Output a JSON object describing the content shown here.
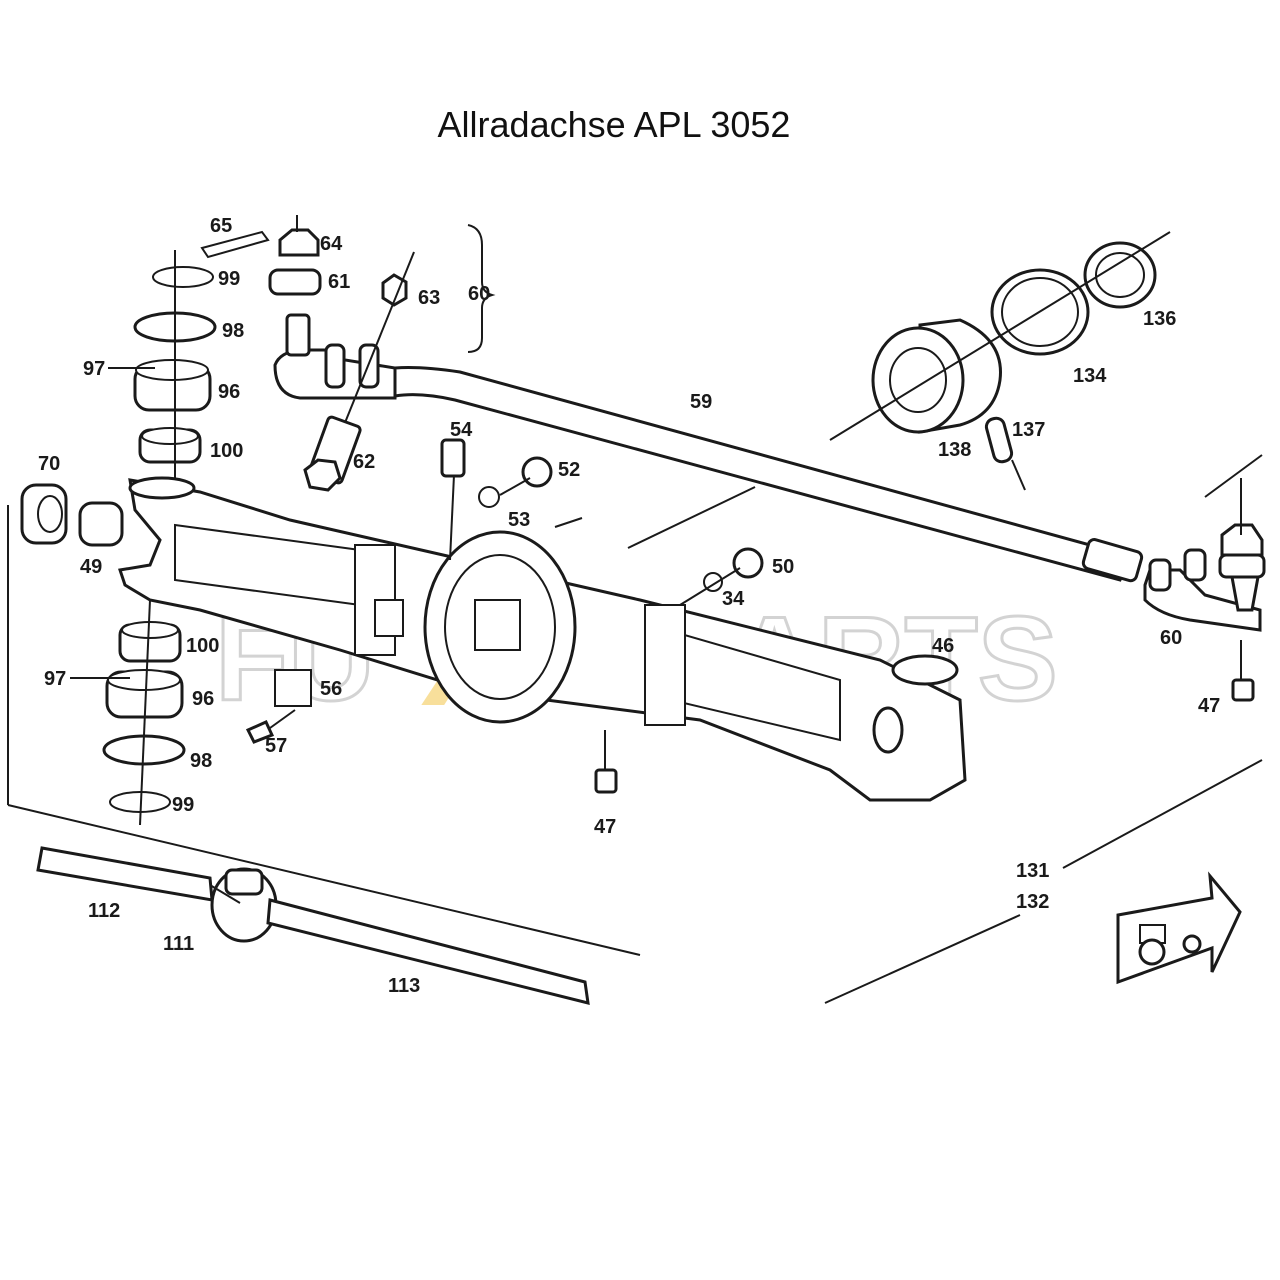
{
  "title": "Allradachse APL 3052",
  "watermark": {
    "left": "FU",
    "x": "XX",
    "right": "PARTS",
    "x_color": "#f3c64a"
  },
  "callouts": [
    "65",
    "64",
    "99",
    "61",
    "63",
    "60",
    "98",
    "97",
    "96",
    "100",
    "62",
    "54",
    "52",
    "70",
    "53",
    "49",
    "59",
    "136",
    "134",
    "138",
    "137",
    "50",
    "34",
    "46",
    "60",
    "47",
    "56",
    "100",
    "97",
    "96",
    "57",
    "98",
    "99",
    "47",
    "131",
    "132",
    "112",
    "111",
    "113"
  ],
  "icons": [
    "tractor-direction-icon"
  ]
}
